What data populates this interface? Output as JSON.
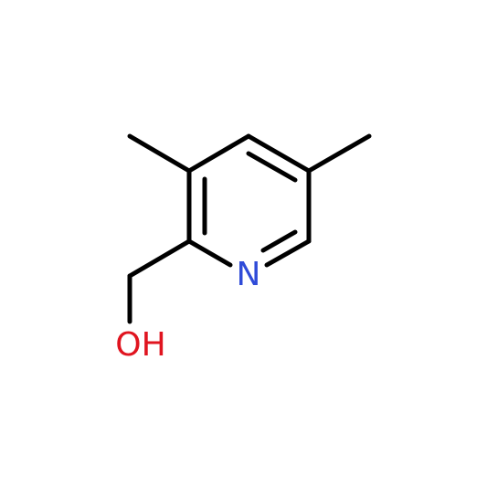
{
  "molecule": {
    "atoms": [
      {
        "id": "N1",
        "label": "N",
        "color": "#2f4bd8"
      },
      {
        "id": "O1",
        "label": "OH",
        "color": "#e0141f"
      }
    ]
  }
}
